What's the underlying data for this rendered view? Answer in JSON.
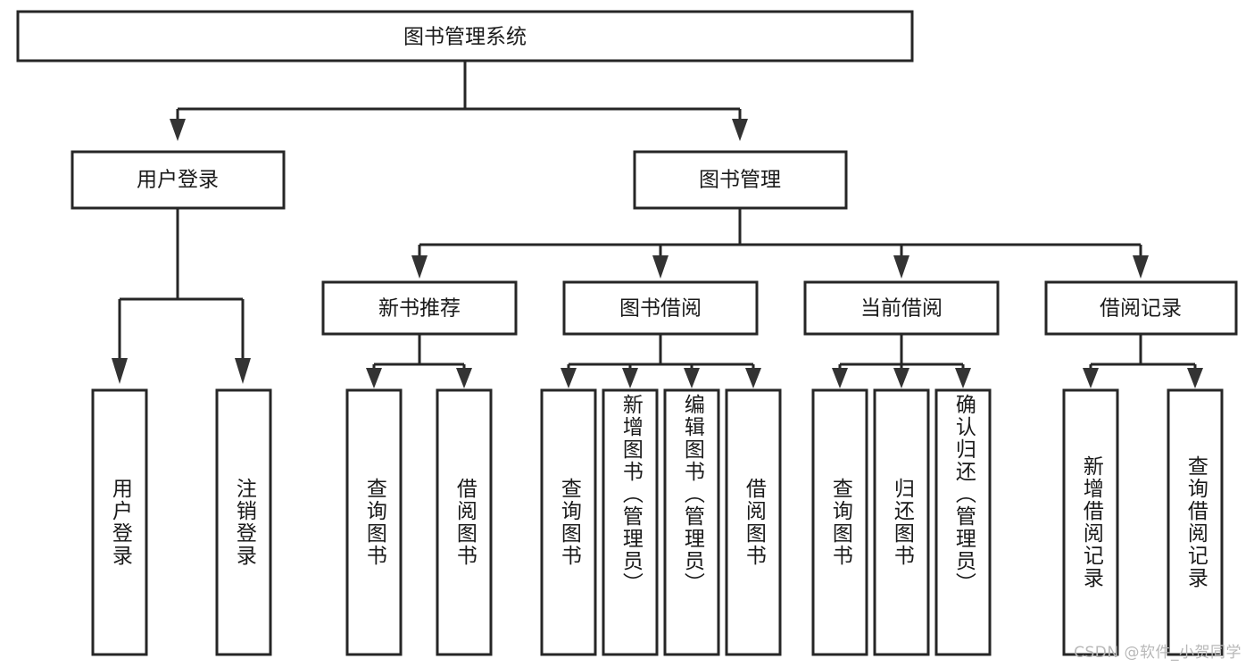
{
  "diagram": {
    "title": "图书管理系统",
    "type": "tree-hierarchy-functional-structure",
    "watermark": "CSDN @软件_小贺同学",
    "colors": {
      "box_stroke": "#262626",
      "box_fill": "#ffffff",
      "connector": "#262626",
      "arrow": "#333333",
      "text": "#1a1a1a",
      "watermark": "#b8b8b8",
      "background": "#ffffff"
    },
    "levels": {
      "root": "图书管理系统",
      "level2": [
        "用户登录",
        "图书管理"
      ],
      "level3": [
        "新书推荐",
        "图书借阅",
        "当前借阅",
        "借阅记录"
      ],
      "level4": [
        "用户登录",
        "注销登录",
        "查询图书",
        "借阅图书",
        "查询图书",
        "新增图书（管理员）",
        "编辑图书（管理员）",
        "借阅图书",
        "查询图书",
        "归还图书",
        "确认归还（管理员）",
        "新增借阅记录",
        "查询借阅记录"
      ]
    },
    "nodes": {
      "root": {
        "label": "图书管理系统"
      },
      "user_login": {
        "label": "用户登录"
      },
      "book_manage": {
        "label": "图书管理"
      },
      "new_book_rec": {
        "label": "新书推荐"
      },
      "book_borrow": {
        "label": "图书借阅"
      },
      "current_borrow": {
        "label": "当前借阅"
      },
      "borrow_record": {
        "label": "借阅记录"
      },
      "leaf_user_login": {
        "label": "用户登录"
      },
      "leaf_logout": {
        "label": "注销登录"
      },
      "leaf_query_book_1": {
        "label": "查询图书"
      },
      "leaf_borrow_book_1": {
        "label": "借阅图书"
      },
      "leaf_query_book_2": {
        "label": "查询图书"
      },
      "leaf_add_book": {
        "label": "新增图书（管理员）"
      },
      "leaf_edit_book": {
        "label": "编辑图书（管理员）"
      },
      "leaf_borrow_book_2": {
        "label": "借阅图书"
      },
      "leaf_query_book_3": {
        "label": "查询图书"
      },
      "leaf_return_book": {
        "label": "归还图书"
      },
      "leaf_confirm_return": {
        "label": "确认归还（管理员）"
      },
      "leaf_add_record": {
        "label": "新增借阅记录"
      },
      "leaf_query_record": {
        "label": "查询借阅记录"
      }
    }
  }
}
